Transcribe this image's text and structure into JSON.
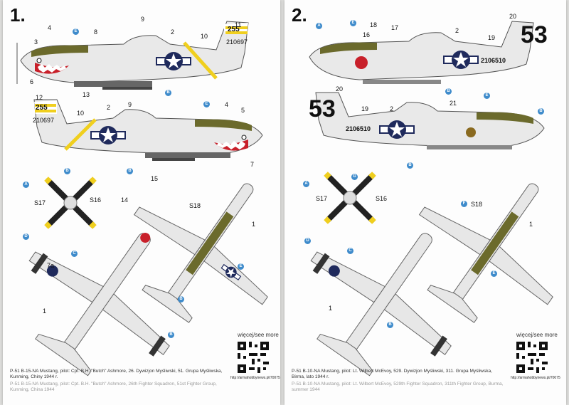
{
  "pages": [
    {
      "number": "1.",
      "side_code": "255",
      "serial": "210697",
      "callouts": [
        "1",
        "2",
        "3",
        "4",
        "5",
        "6",
        "7",
        "8",
        "9",
        "10",
        "11",
        "12",
        "13",
        "14",
        "15",
        "S16",
        "S17",
        "S18",
        "7a"
      ],
      "blue_markers": [
        "A",
        "B",
        "C",
        "D",
        "E",
        "F",
        "G"
      ],
      "see_more": "więcej/see more",
      "url": "http://armahobbynews.pl/70075",
      "caption_pl": "P-51 B-15-NA Mustang, pilot: Cpt. B.H. \"Butch\" Ashmore, 26. Dywizjon Myśliwski, 51. Grupa Myśliwska, Kunming, Chiny 1944 r.",
      "caption_en": "P-51 B-15-NA Mustang, pilot: Cpt. B.H. \"Butch\" Ashmore, 26th Fighter Squadron, 51st Fighter Group, Kunming, China 1944"
    },
    {
      "number": "2.",
      "side_code": "53",
      "serial": "2106510",
      "callouts": [
        "1",
        "2",
        "16",
        "17",
        "18",
        "19",
        "20",
        "21",
        "S16",
        "S17",
        "S18"
      ],
      "blue_markers": [
        "A",
        "B",
        "C",
        "D",
        "E",
        "F",
        "G"
      ],
      "see_more": "więcej/see more",
      "url": "http://armahobbynews.pl/70075",
      "caption_pl": "P-51 B-10-NA Mustang, pilot: Lt. Wilbert McEvoy, 529. Dywizjon Myśliwski, 311. Grupa Myśliwska, Birma, lato 1944 r.",
      "caption_en": "P-51 B-10-NA Mustang, pilot: Lt. Wilbert McEvoy, 529th Fighter Squadron, 311th Fighter Group, Burma, summer 1944"
    }
  ],
  "colors": {
    "aircraft_silver": "#e9e9e9",
    "olive_drab": "#6b6a2c",
    "yellow_band": "#f0cf1e",
    "star_blue": "#1f2a5c",
    "marker_blue": "#3e8bcb",
    "shark_red": "#c8202a"
  }
}
